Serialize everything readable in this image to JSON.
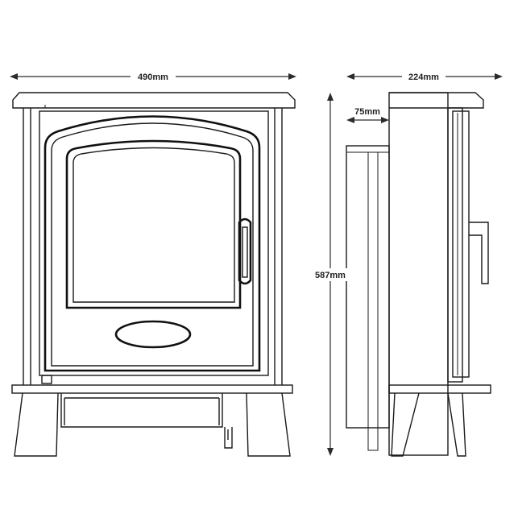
{
  "dimensions": {
    "width": "490mm",
    "depth": "224mm",
    "inset_depth": "75mm",
    "height": "587mm"
  },
  "colors": {
    "line": "#1a1a1a",
    "background": "#ffffff"
  }
}
